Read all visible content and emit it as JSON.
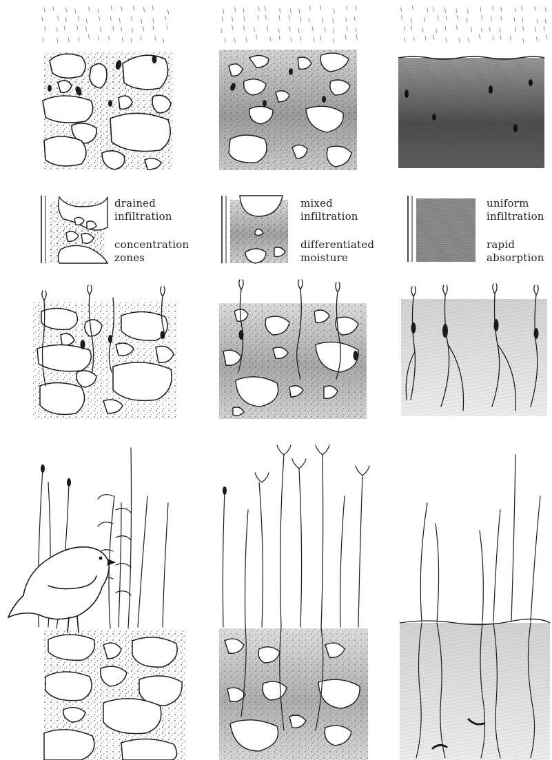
{
  "columns": [
    {
      "id": "gravel",
      "soil_type": "stones",
      "legend": {
        "upper": [
          "drained",
          "infiltration"
        ],
        "lower": [
          "concentration",
          "zones"
        ]
      }
    },
    {
      "id": "mixed",
      "soil_type": "stones-and-fines",
      "legend": {
        "upper": [
          "mixed",
          "infiltration"
        ],
        "lower": [
          "differentiated",
          "moisture"
        ]
      }
    },
    {
      "id": "fine",
      "soil_type": "fine-soil",
      "legend": {
        "upper": [
          "uniform",
          "infiltration"
        ],
        "lower": [
          "rapid",
          "absorption"
        ]
      }
    }
  ],
  "colors": {
    "ink": "#1b1b1b",
    "wash_dark": "#5a5a5a",
    "wash_light": "#b8b8b8",
    "paper": "#ffffff"
  },
  "icons": [
    "rain-drops",
    "stone",
    "root",
    "grass",
    "flower",
    "bird",
    "earthworm"
  ]
}
